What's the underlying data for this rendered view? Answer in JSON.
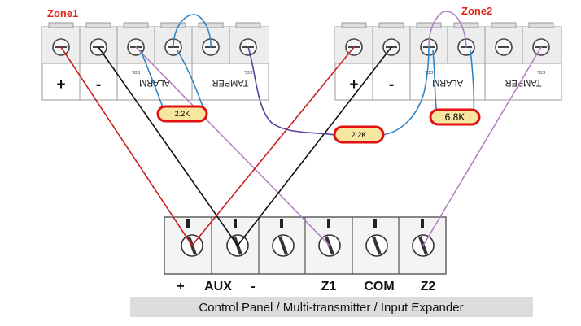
{
  "zone1": {
    "title": "Zone1",
    "plus": "+",
    "minus": "-",
    "alarm": "ALARM",
    "tamper": "TAMPER",
    "eol_a": "EOL",
    "eol_b": "EOL",
    "resistor": "2.2K"
  },
  "zone2": {
    "title": "Zone2",
    "plus": "+",
    "minus": "-",
    "alarm": "ALARM",
    "tamper": "TAMPER",
    "eol_a": "EOL",
    "eol_b": "EOL",
    "resistor": "6.8K"
  },
  "link_resistor": "2.2K",
  "panel": {
    "plus": "+",
    "aux": "AUX",
    "minus": "-",
    "z1": "Z1",
    "com": "COM",
    "z2": "Z2",
    "caption": "Control Panel / Multi-transmitter / Input Expander"
  },
  "colors": {
    "red_wire": "#c8201e",
    "black_wire": "#111111",
    "violet_wire": "#b07cc0",
    "blue_wire": "#2e86c8",
    "indigo_wire": "#5a3f9a",
    "resistor_ring": "#e01010",
    "resistor_body": "#f6e6a0",
    "zone_title": "#e0251b"
  }
}
